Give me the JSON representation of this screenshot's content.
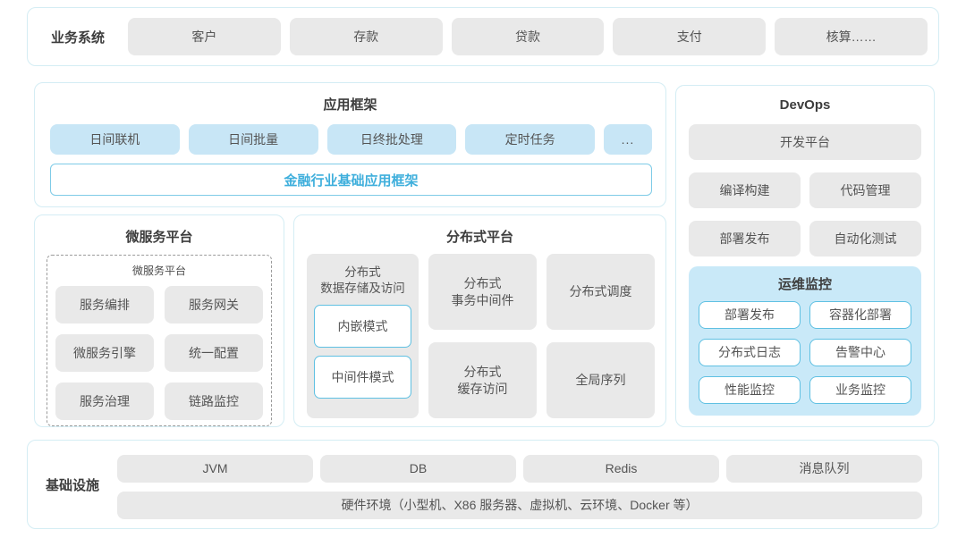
{
  "business_systems": {
    "label": "业务系统",
    "items": [
      "客户",
      "存款",
      "贷款",
      "支付",
      "核算……"
    ]
  },
  "app_framework": {
    "title": "应用框架",
    "modules": [
      "日间联机",
      "日间批量",
      "日终批处理",
      "定时任务"
    ],
    "more_label": "...",
    "foundation": "金融行业基础应用框架"
  },
  "microservice_platform": {
    "title": "微服务平台",
    "inner_title": "微服务平台",
    "items": [
      "服务编排",
      "服务网关",
      "微服务引擎",
      "统一配置",
      "服务治理",
      "链路监控"
    ]
  },
  "distributed_platform": {
    "title": "分布式平台",
    "storage": {
      "title": "分布式\n数据存储及访问",
      "modes": [
        "内嵌模式",
        "中间件模式"
      ]
    },
    "cells": [
      "分布式\n事务中间件",
      "分布式调度",
      "分布式\n缓存访问",
      "全局序列"
    ]
  },
  "devops": {
    "title": "DevOps",
    "platform": "开发平台",
    "tools": [
      "编译构建",
      "代码管理",
      "部署发布",
      "自动化测试"
    ],
    "monitoring": {
      "title": "运维监控",
      "items": [
        "部署发布",
        "容器化部署",
        "分布式日志",
        "告警中心",
        "性能监控",
        "业务监控"
      ]
    }
  },
  "infrastructure": {
    "label": "基础设施",
    "items": [
      "JVM",
      "DB",
      "Redis",
      "消息队列"
    ],
    "hardware": "硬件环境（小型机、X86 服务器、虚拟机、云环境、Docker 等）"
  },
  "colors": {
    "panel_border": "#d4edf4",
    "gray_box_bg": "#e9e9e9",
    "blue_box_bg": "#c8e6f6",
    "accent_blue": "#3fafdc",
    "monitor_bg": "#c9e9f8",
    "outlined_box_border": "#5fc0e2"
  }
}
